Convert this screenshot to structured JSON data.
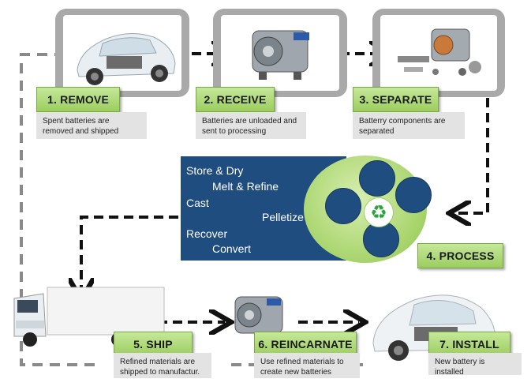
{
  "steps": [
    {
      "label": "1. REMOVE",
      "desc": "Spent batteries are removed and shipped",
      "icon": "car-cutaway-icon"
    },
    {
      "label": "2. RECEIVE",
      "desc": "Batteries are unloaded and sent to processing",
      "icon": "motor-unit-icon"
    },
    {
      "label": "3. SEPARATE",
      "desc": "Batterry components are separated",
      "icon": "disassembled-parts-icon"
    },
    {
      "label": "4. PROCESS"
    },
    {
      "label": "5. SHIP",
      "desc": "Refined materials are shipped to manufactur.",
      "icon": "truck-icon"
    },
    {
      "label": "6. REINCARNATE",
      "desc": "Use refined materials to create new batteries",
      "icon": "motor-unit-icon"
    },
    {
      "label": "7. INSTALL",
      "desc": "New battery is installed",
      "icon": "car-cutaway-icon"
    }
  ],
  "process": {
    "lines": [
      "Store & Dry",
      "Melt & Refine",
      "Cast",
      "Pelletize",
      "Recover",
      "Convert"
    ],
    "symbol": "recycle-icon"
  },
  "colors": {
    "label_green": "#9ccd5e",
    "process_blue": "#1f4d7f",
    "frame_gray": "#a9a9a9"
  }
}
